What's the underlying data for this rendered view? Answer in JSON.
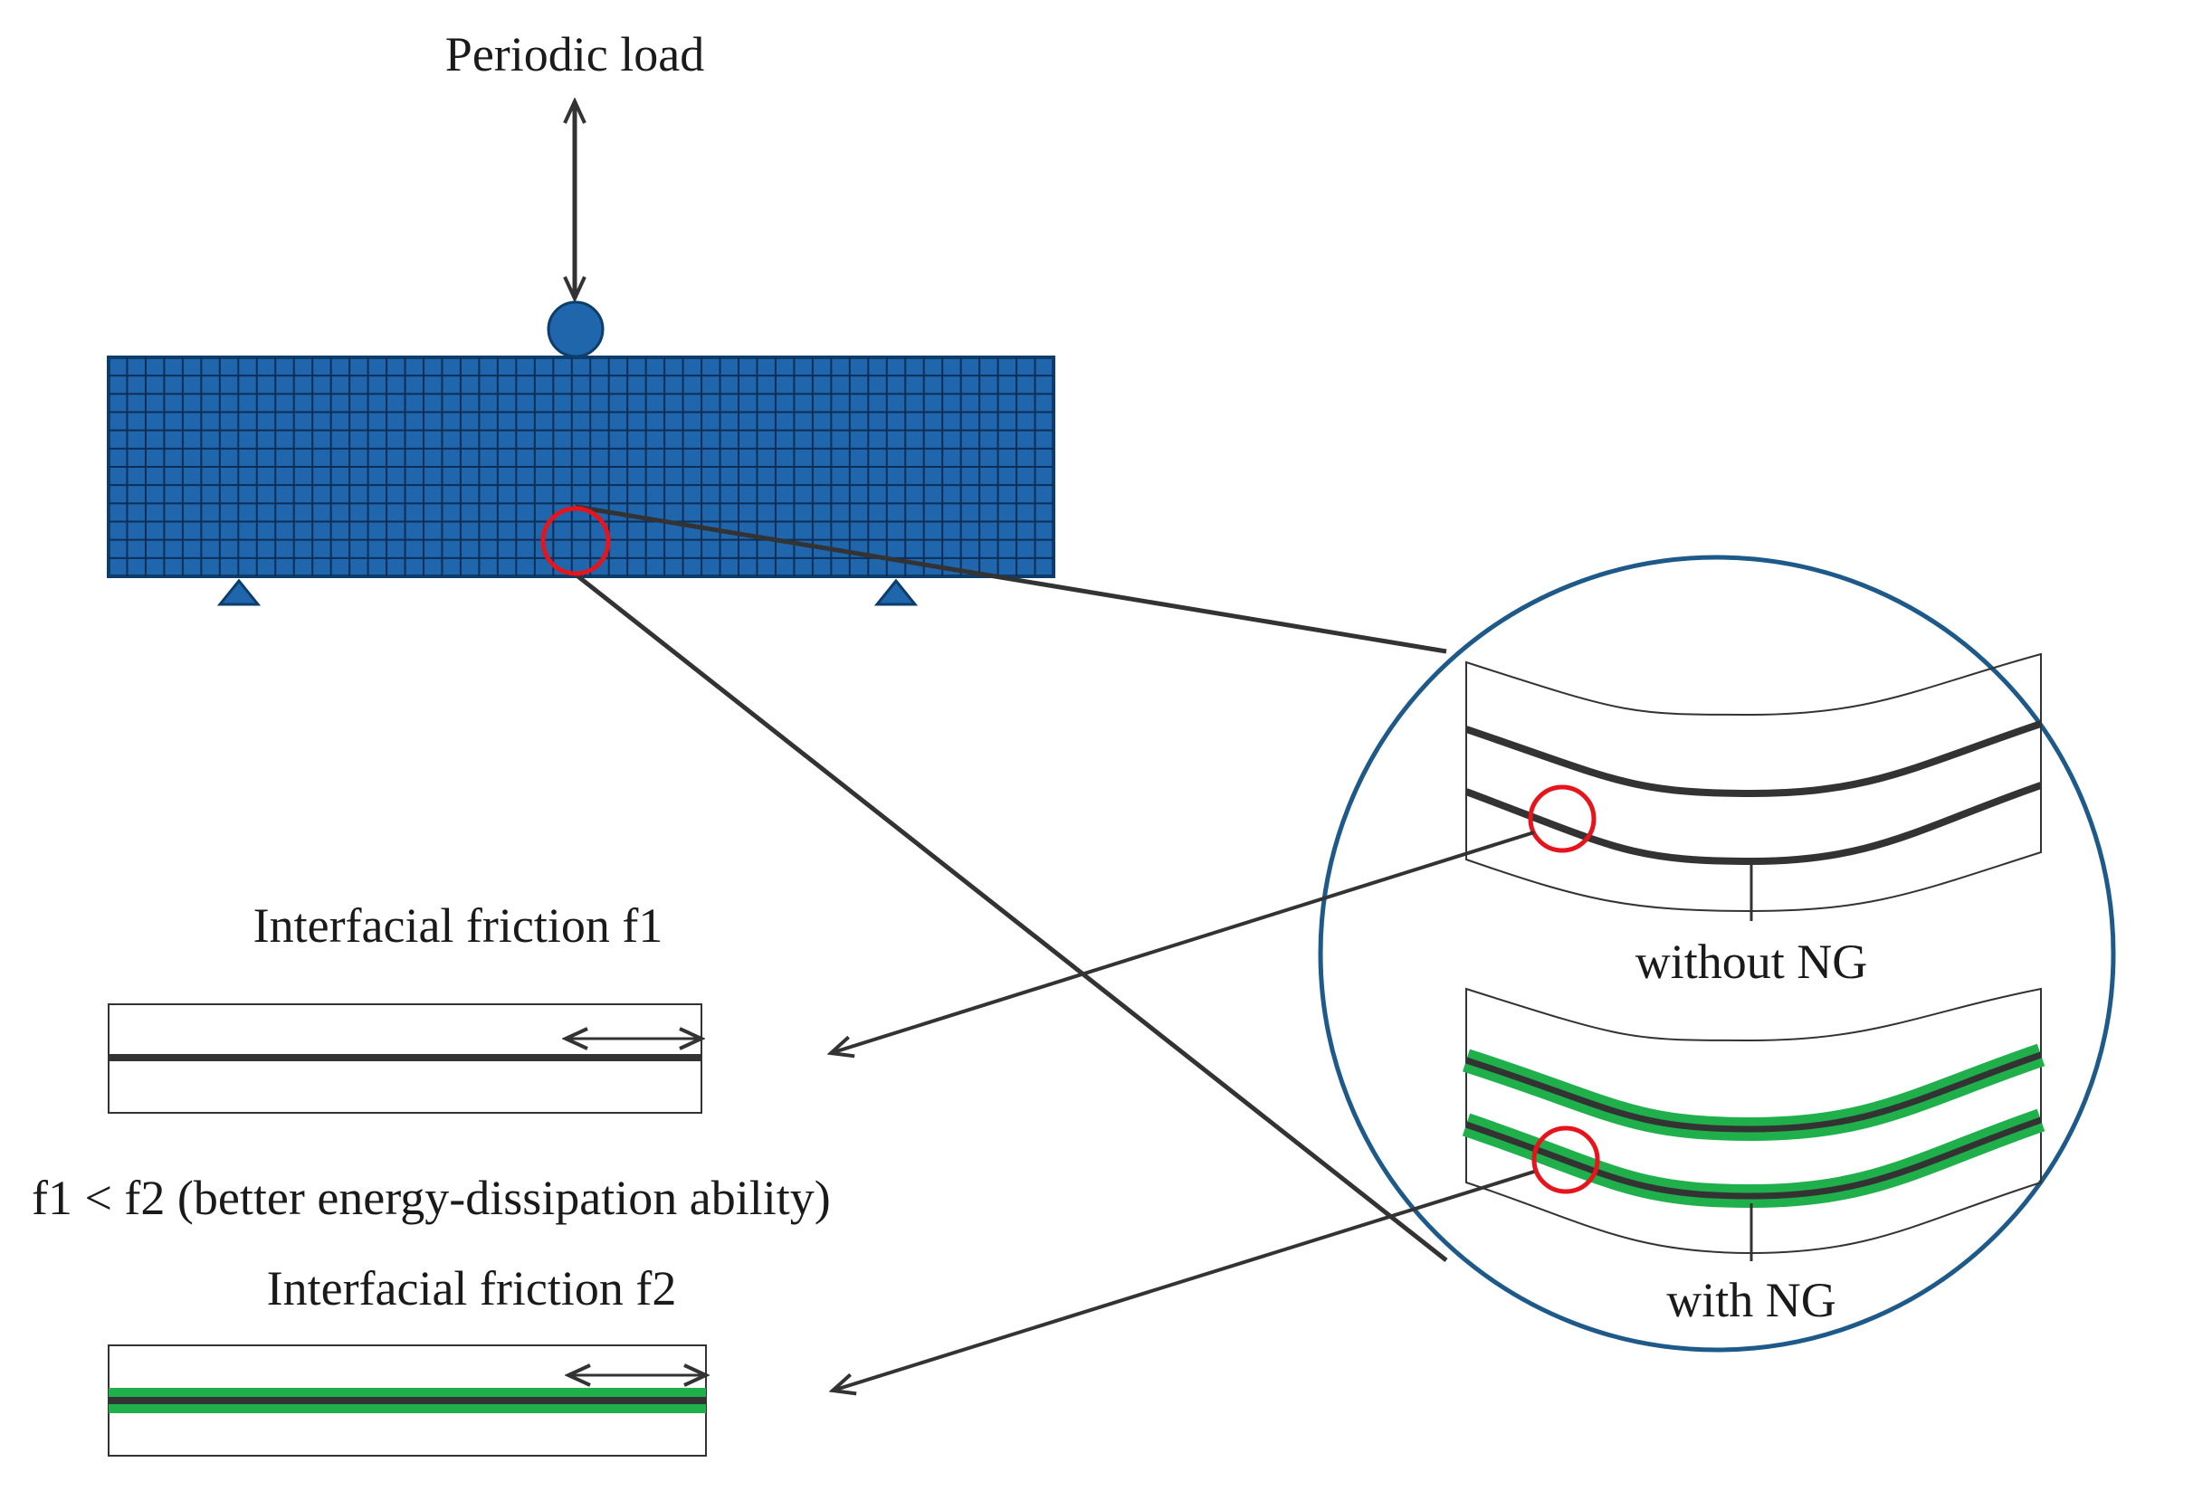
{
  "labels": {
    "load": "Periodic load",
    "without_ng": "without NG",
    "with_ng": "with NG",
    "friction_f1": "Interfacial friction f1",
    "comparison": "f1 < f2 (better energy-dissipation ability)",
    "friction_f2": "Interfacial friction f2"
  },
  "colors": {
    "beam": "#1f66ad",
    "mesh": "#0d2f57",
    "support": "#1f66ad",
    "highlight": "#e8141c",
    "leader": "#333333",
    "zoom_circle": "#1d5a8a",
    "nanographene": "#20b04b",
    "fiber": "#333333"
  },
  "beam_mesh": {
    "columns": 51,
    "rows": 12
  }
}
